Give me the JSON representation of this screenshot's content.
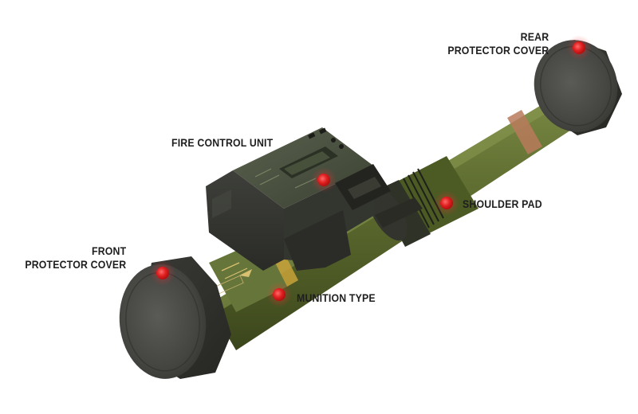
{
  "callouts": {
    "rear_cover": {
      "line1": "REAR",
      "line2": "PROTECTOR COVER"
    },
    "fire_control": {
      "line1": "FIRE CONTROL UNIT"
    },
    "shoulder_pad": {
      "line1": "SHOULDER PAD"
    },
    "front_cover": {
      "line1": "FRONT",
      "line2": "PROTECTOR COVER"
    },
    "munition_type": {
      "line1": "MUNITION TYPE"
    }
  },
  "colors": {
    "tube_olive": "#5b6a2a",
    "cover_dark": "#3d3d3a",
    "fcu_dark": "#3a3c37",
    "marker_red": "#e02020",
    "band_tan": "#b97a5c",
    "label_text": "#1e1e1e"
  }
}
